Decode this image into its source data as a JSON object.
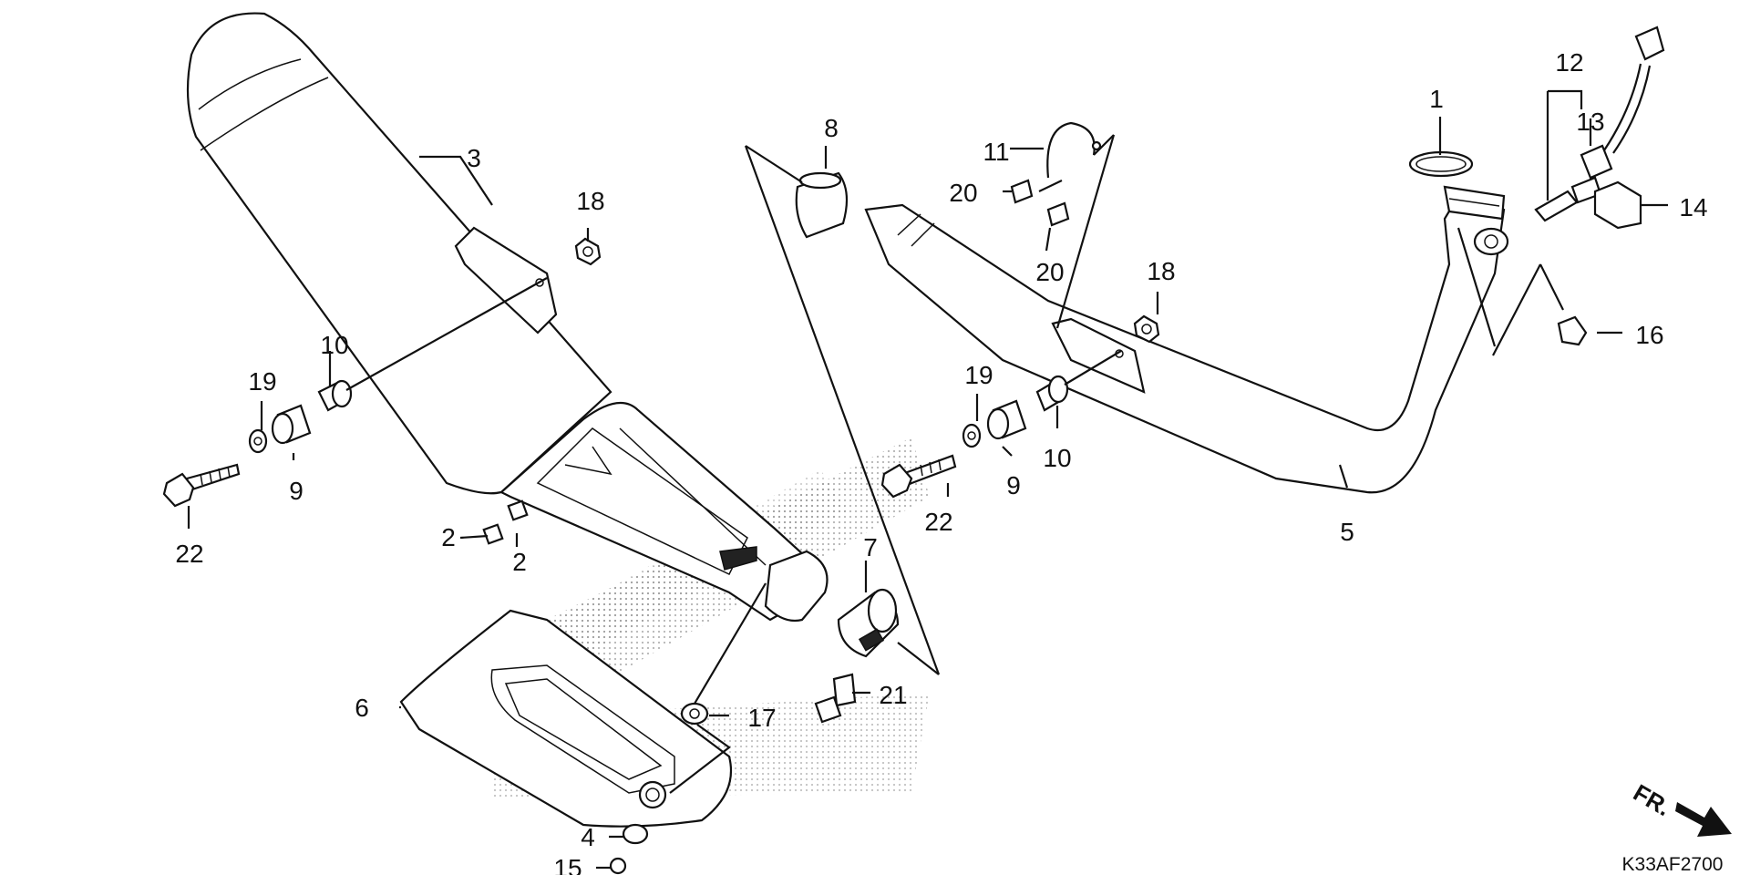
{
  "diagram": {
    "drawing_code": "K33AF2700",
    "front_indicator": "FR.",
    "callouts": [
      {
        "id": "c1",
        "label": "1"
      },
      {
        "id": "c2a",
        "label": "2"
      },
      {
        "id": "c2b",
        "label": "2"
      },
      {
        "id": "c3",
        "label": "3"
      },
      {
        "id": "c4",
        "label": "4"
      },
      {
        "id": "c5",
        "label": "5"
      },
      {
        "id": "c6",
        "label": "6"
      },
      {
        "id": "c7",
        "label": "7"
      },
      {
        "id": "c8",
        "label": "8"
      },
      {
        "id": "c9a",
        "label": "9"
      },
      {
        "id": "c9b",
        "label": "9"
      },
      {
        "id": "c10a",
        "label": "10"
      },
      {
        "id": "c10b",
        "label": "10"
      },
      {
        "id": "c11",
        "label": "11"
      },
      {
        "id": "c12",
        "label": "12"
      },
      {
        "id": "c13",
        "label": "13"
      },
      {
        "id": "c14",
        "label": "14"
      },
      {
        "id": "c15",
        "label": "15"
      },
      {
        "id": "c16",
        "label": "16"
      },
      {
        "id": "c17",
        "label": "17"
      },
      {
        "id": "c18a",
        "label": "18"
      },
      {
        "id": "c18b",
        "label": "18"
      },
      {
        "id": "c19a",
        "label": "19"
      },
      {
        "id": "c19b",
        "label": "19"
      },
      {
        "id": "c20a",
        "label": "20"
      },
      {
        "id": "c20b",
        "label": "20"
      },
      {
        "id": "c21",
        "label": "21"
      },
      {
        "id": "c22a",
        "label": "22"
      },
      {
        "id": "c22b",
        "label": "22"
      }
    ]
  }
}
